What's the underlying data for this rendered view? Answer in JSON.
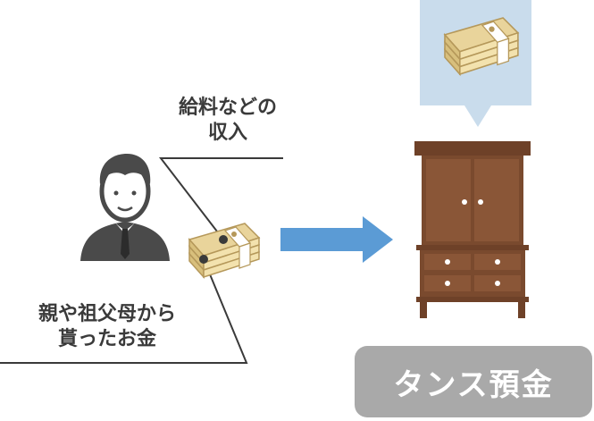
{
  "labels": {
    "income_line1": "給料などの",
    "income_line2": "収入",
    "gift_line1": "親や祖父母から",
    "gift_line2": "貰ったお金",
    "tansu_deposit": "タンス預金"
  },
  "icons": [
    "businessman-icon",
    "money-bundle-icon",
    "right-arrow-icon",
    "wardrobe-icon",
    "speech-bubble-icon"
  ],
  "colors": {
    "arrow": "#5b9bd5",
    "bubble": "#c9dcec",
    "wardrobe": "#7a4a2e",
    "badge": "#a9a9a9",
    "text": "#3a3a3a"
  }
}
